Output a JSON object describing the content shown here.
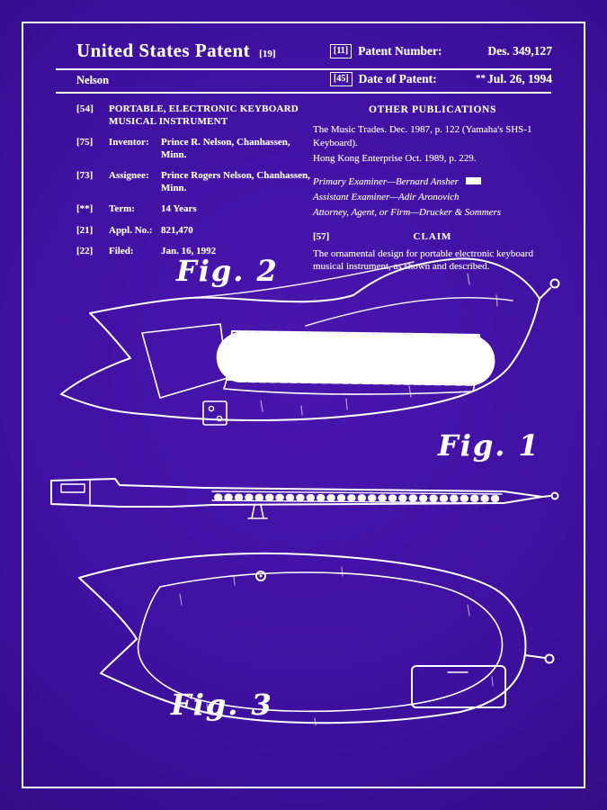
{
  "colors": {
    "background": "#3f10a0",
    "ink": "#ffffff"
  },
  "header": {
    "title": "United States Patent",
    "kind_code": "[19]",
    "surname": "Nelson",
    "number_tag": "[11]",
    "number_label": "Patent Number:",
    "number_value": "Des. 349,127",
    "date_tag": "[45]",
    "date_label": "Date of Patent:",
    "date_prefix": "**",
    "date_value": "Jul. 26, 1994"
  },
  "bib": {
    "rows": [
      {
        "tag": "[54]",
        "label": "",
        "value": "PORTABLE, ELECTRONIC KEYBOARD MUSICAL INSTRUMENT"
      },
      {
        "tag": "[75]",
        "label": "Inventor:",
        "value": "Prince R. Nelson, Chanhassen, Minn."
      },
      {
        "tag": "[73]",
        "label": "Assignee:",
        "value": "Prince Rogers Nelson, Chanhassen, Minn."
      },
      {
        "tag": "[**]",
        "label": "Term:",
        "value": "14 Years"
      },
      {
        "tag": "[21]",
        "label": "Appl. No.:",
        "value": "821,470"
      },
      {
        "tag": "[22]",
        "label": "Filed:",
        "value": "Jan. 16, 1992"
      }
    ]
  },
  "publications": {
    "heading": "OTHER PUBLICATIONS",
    "entries": [
      "The Music Trades. Dec. 1987, p. 122 (Yamaha's SHS-1 Keyboard).",
      "Hong Kong Enterprise Oct. 1989, p. 229."
    ]
  },
  "staff": {
    "lines": [
      "Primary Examiner—Bernard Ansher",
      "Assistant Examiner—Adir Aronovich",
      "Attorney, Agent, or Firm—Drucker & Sommers"
    ]
  },
  "claim": {
    "tag": "[57]",
    "heading": "CLAIM",
    "text": "The ornamental design for portable electronic keyboard musical instrument, as shown and described."
  },
  "figures": [
    {
      "label": "Fig. 2"
    },
    {
      "label": "Fig. 1"
    },
    {
      "label": "Fig. 3"
    }
  ]
}
